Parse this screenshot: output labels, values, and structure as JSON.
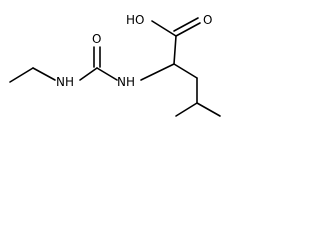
{
  "molecule": {
    "atoms": {
      "hydroxyl": "HO",
      "carbonyl_oxygen_acid": "O",
      "carbonyl_oxygen_urea": "O",
      "amine_nh_left": "NH",
      "amine_nh_right": "NH"
    }
  },
  "colors": {
    "bond": "#000000",
    "label": "#000000",
    "background": "#ffffff"
  }
}
